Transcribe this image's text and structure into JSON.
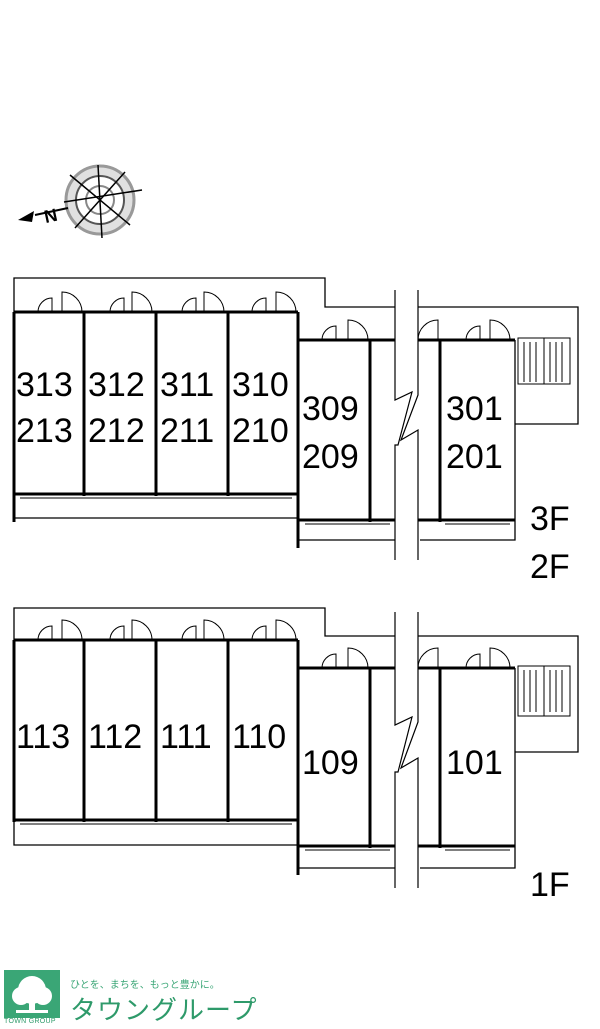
{
  "compass": {
    "north_label": "N",
    "icon": "compass-icon"
  },
  "floors": {
    "upper": {
      "label_top": "3F",
      "label_bottom": "2F",
      "units": [
        {
          "top": "313",
          "bottom": "213"
        },
        {
          "top": "312",
          "bottom": "212"
        },
        {
          "top": "311",
          "bottom": "211"
        },
        {
          "top": "310",
          "bottom": "210"
        },
        {
          "top": "309",
          "bottom": "209"
        },
        {
          "top": "301",
          "bottom": "201"
        }
      ]
    },
    "ground": {
      "label": "1F",
      "units": [
        "113",
        "112",
        "111",
        "110",
        "109",
        "101"
      ]
    }
  },
  "footer": {
    "tagline": "ひとを、まちを、もっと豊かに。",
    "brand": "タウングループ",
    "logo_caption": "TOWN GROUP"
  },
  "colors": {
    "line": "#000000",
    "brand": "#2e9a6a"
  }
}
